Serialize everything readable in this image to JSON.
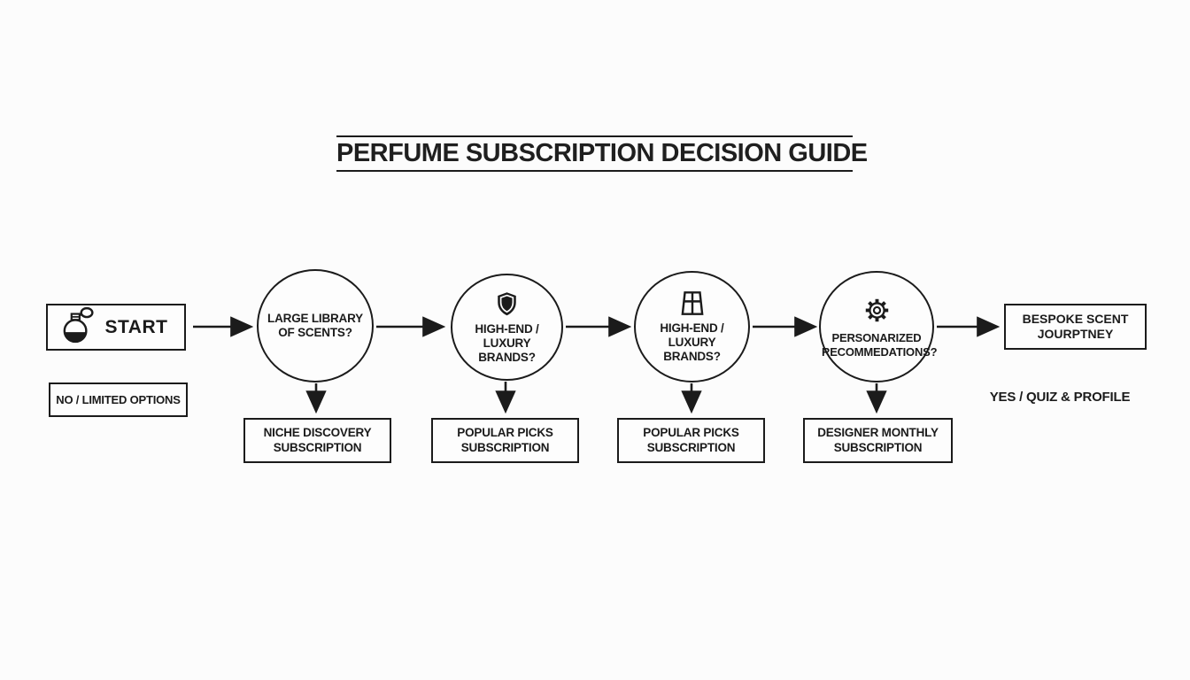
{
  "page": {
    "title": "PERFUME SUBSCRIPTION DECISION GUIDE"
  },
  "flow": {
    "start": {
      "label": "START",
      "icon": "perfume-atomizer-icon"
    },
    "decisions": [
      {
        "label": "LARGE LIBRARY OF SCENTS?",
        "icon": "none"
      },
      {
        "label": "HIGH-END / LUXURY BRANDS?",
        "icon": "shield-icon"
      },
      {
        "label": "HIGH-END / LUXURY BRANDS?",
        "icon": "window-icon"
      },
      {
        "label": "PERSONARIZED RECOMMEDATIONS?",
        "icon": "gear-icon"
      }
    ],
    "end": {
      "label": "BESPOKE SCENT JOURPTNEY"
    },
    "outcomes": [
      {
        "label": "NICHE DISCOVERY SUBSCRIPTION"
      },
      {
        "label": "POPULAR PICKS SUBSCRIPTION"
      },
      {
        "label": "POPULAR PICKS SUBSCRIPTION"
      },
      {
        "label": "DESIGNER MONTHLY SUBSCRIPTION"
      }
    ],
    "branch_labels": {
      "no": "NO / LIMITED OPTIONS",
      "yes": "YES / QUIZ & PROFILE"
    }
  },
  "colors": {
    "ink": "#1b1b1b",
    "background": "#fcfcfc"
  }
}
